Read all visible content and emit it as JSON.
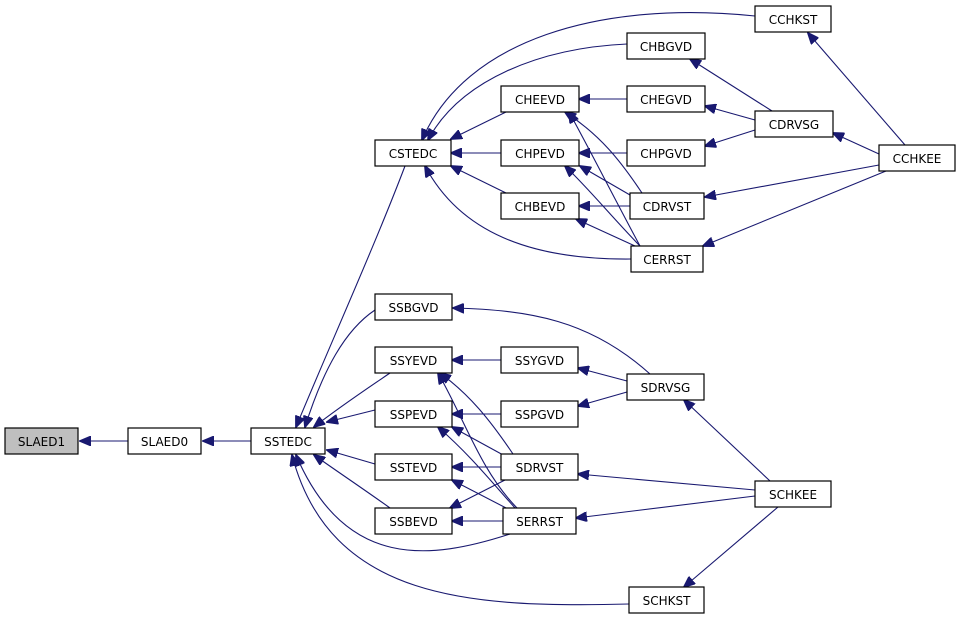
{
  "graph": {
    "edge_color": "#191970",
    "root_fill": "#bfbfbf",
    "nodes": [
      {
        "id": "SLAED1",
        "label": "SLAED1",
        "root": true
      },
      {
        "id": "SLAED0",
        "label": "SLAED0"
      },
      {
        "id": "SSTEDC",
        "label": "SSTEDC"
      },
      {
        "id": "CSTEDC",
        "label": "CSTEDC"
      },
      {
        "id": "CCHKST",
        "label": "CCHKST"
      },
      {
        "id": "CHBGVD",
        "label": "CHBGVD"
      },
      {
        "id": "CHEEVD",
        "label": "CHEEVD"
      },
      {
        "id": "CHEGVD",
        "label": "CHEGVD"
      },
      {
        "id": "CHPEVD",
        "label": "CHPEVD"
      },
      {
        "id": "CHPGVD",
        "label": "CHPGVD"
      },
      {
        "id": "CHBEVD",
        "label": "CHBEVD"
      },
      {
        "id": "CDRVSG",
        "label": "CDRVSG"
      },
      {
        "id": "CDRVST",
        "label": "CDRVST"
      },
      {
        "id": "CERRST",
        "label": "CERRST"
      },
      {
        "id": "CCHKEE",
        "label": "CCHKEE"
      },
      {
        "id": "SSBGVD",
        "label": "SSBGVD"
      },
      {
        "id": "SSYEVD",
        "label": "SSYEVD"
      },
      {
        "id": "SSYGVD",
        "label": "SSYGVD"
      },
      {
        "id": "SSPEVD",
        "label": "SSPEVD"
      },
      {
        "id": "SSPGVD",
        "label": "SSPGVD"
      },
      {
        "id": "SSTEVD",
        "label": "SSTEVD"
      },
      {
        "id": "SSBEVD",
        "label": "SSBEVD"
      },
      {
        "id": "SDRVSG",
        "label": "SDRVSG"
      },
      {
        "id": "SDRVST",
        "label": "SDRVST"
      },
      {
        "id": "SERRST",
        "label": "SERRST"
      },
      {
        "id": "SCHKEE",
        "label": "SCHKEE"
      },
      {
        "id": "SCHKST",
        "label": "SCHKST"
      }
    ],
    "edges": [
      {
        "from": "SLAED0",
        "to": "SLAED1"
      },
      {
        "from": "SSTEDC",
        "to": "SLAED0"
      },
      {
        "from": "CSTEDC",
        "to": "SSTEDC"
      },
      {
        "from": "SSBGVD",
        "to": "SSTEDC"
      },
      {
        "from": "SSYEVD",
        "to": "SSTEDC"
      },
      {
        "from": "SSPEVD",
        "to": "SSTEDC"
      },
      {
        "from": "SSTEVD",
        "to": "SSTEDC"
      },
      {
        "from": "SSBEVD",
        "to": "SSTEDC"
      },
      {
        "from": "SERRST",
        "to": "SSTEDC"
      },
      {
        "from": "SCHKST",
        "to": "SSTEDC"
      },
      {
        "from": "CCHKST",
        "to": "CSTEDC"
      },
      {
        "from": "CHBGVD",
        "to": "CSTEDC"
      },
      {
        "from": "CHEEVD",
        "to": "CSTEDC"
      },
      {
        "from": "CHPEVD",
        "to": "CSTEDC"
      },
      {
        "from": "CHBEVD",
        "to": "CSTEDC"
      },
      {
        "from": "CERRST",
        "to": "CSTEDC"
      },
      {
        "from": "CHEGVD",
        "to": "CHEEVD"
      },
      {
        "from": "CDRVST",
        "to": "CHEEVD"
      },
      {
        "from": "CERRST",
        "to": "CHEEVD"
      },
      {
        "from": "CHPGVD",
        "to": "CHPEVD"
      },
      {
        "from": "CDRVST",
        "to": "CHPEVD"
      },
      {
        "from": "CERRST",
        "to": "CHPEVD"
      },
      {
        "from": "CDRVST",
        "to": "CHBEVD"
      },
      {
        "from": "CERRST",
        "to": "CHBEVD"
      },
      {
        "from": "CDRVSG",
        "to": "CHBGVD"
      },
      {
        "from": "CDRVSG",
        "to": "CHEGVD"
      },
      {
        "from": "CDRVSG",
        "to": "CHPGVD"
      },
      {
        "from": "CCHKEE",
        "to": "CDRVSG"
      },
      {
        "from": "CCHKEE",
        "to": "CDRVST"
      },
      {
        "from": "CCHKEE",
        "to": "CERRST"
      },
      {
        "from": "CCHKEE",
        "to": "CCHKST"
      },
      {
        "from": "SDRVSG",
        "to": "SSBGVD"
      },
      {
        "from": "SSYGVD",
        "to": "SSYEVD"
      },
      {
        "from": "SDRVST",
        "to": "SSYEVD"
      },
      {
        "from": "SERRST",
        "to": "SSYEVD"
      },
      {
        "from": "SSPGVD",
        "to": "SSPEVD"
      },
      {
        "from": "SDRVST",
        "to": "SSPEVD"
      },
      {
        "from": "SERRST",
        "to": "SSPEVD"
      },
      {
        "from": "SDRVST",
        "to": "SSTEVD"
      },
      {
        "from": "SERRST",
        "to": "SSTEVD"
      },
      {
        "from": "SDRVST",
        "to": "SSBEVD"
      },
      {
        "from": "SERRST",
        "to": "SSBEVD"
      },
      {
        "from": "SDRVSG",
        "to": "SSYGVD"
      },
      {
        "from": "SDRVSG",
        "to": "SSPGVD"
      },
      {
        "from": "SCHKEE",
        "to": "SDRVSG"
      },
      {
        "from": "SCHKEE",
        "to": "SDRVST"
      },
      {
        "from": "SCHKEE",
        "to": "SERRST"
      },
      {
        "from": "SCHKEE",
        "to": "SCHKST"
      }
    ]
  }
}
